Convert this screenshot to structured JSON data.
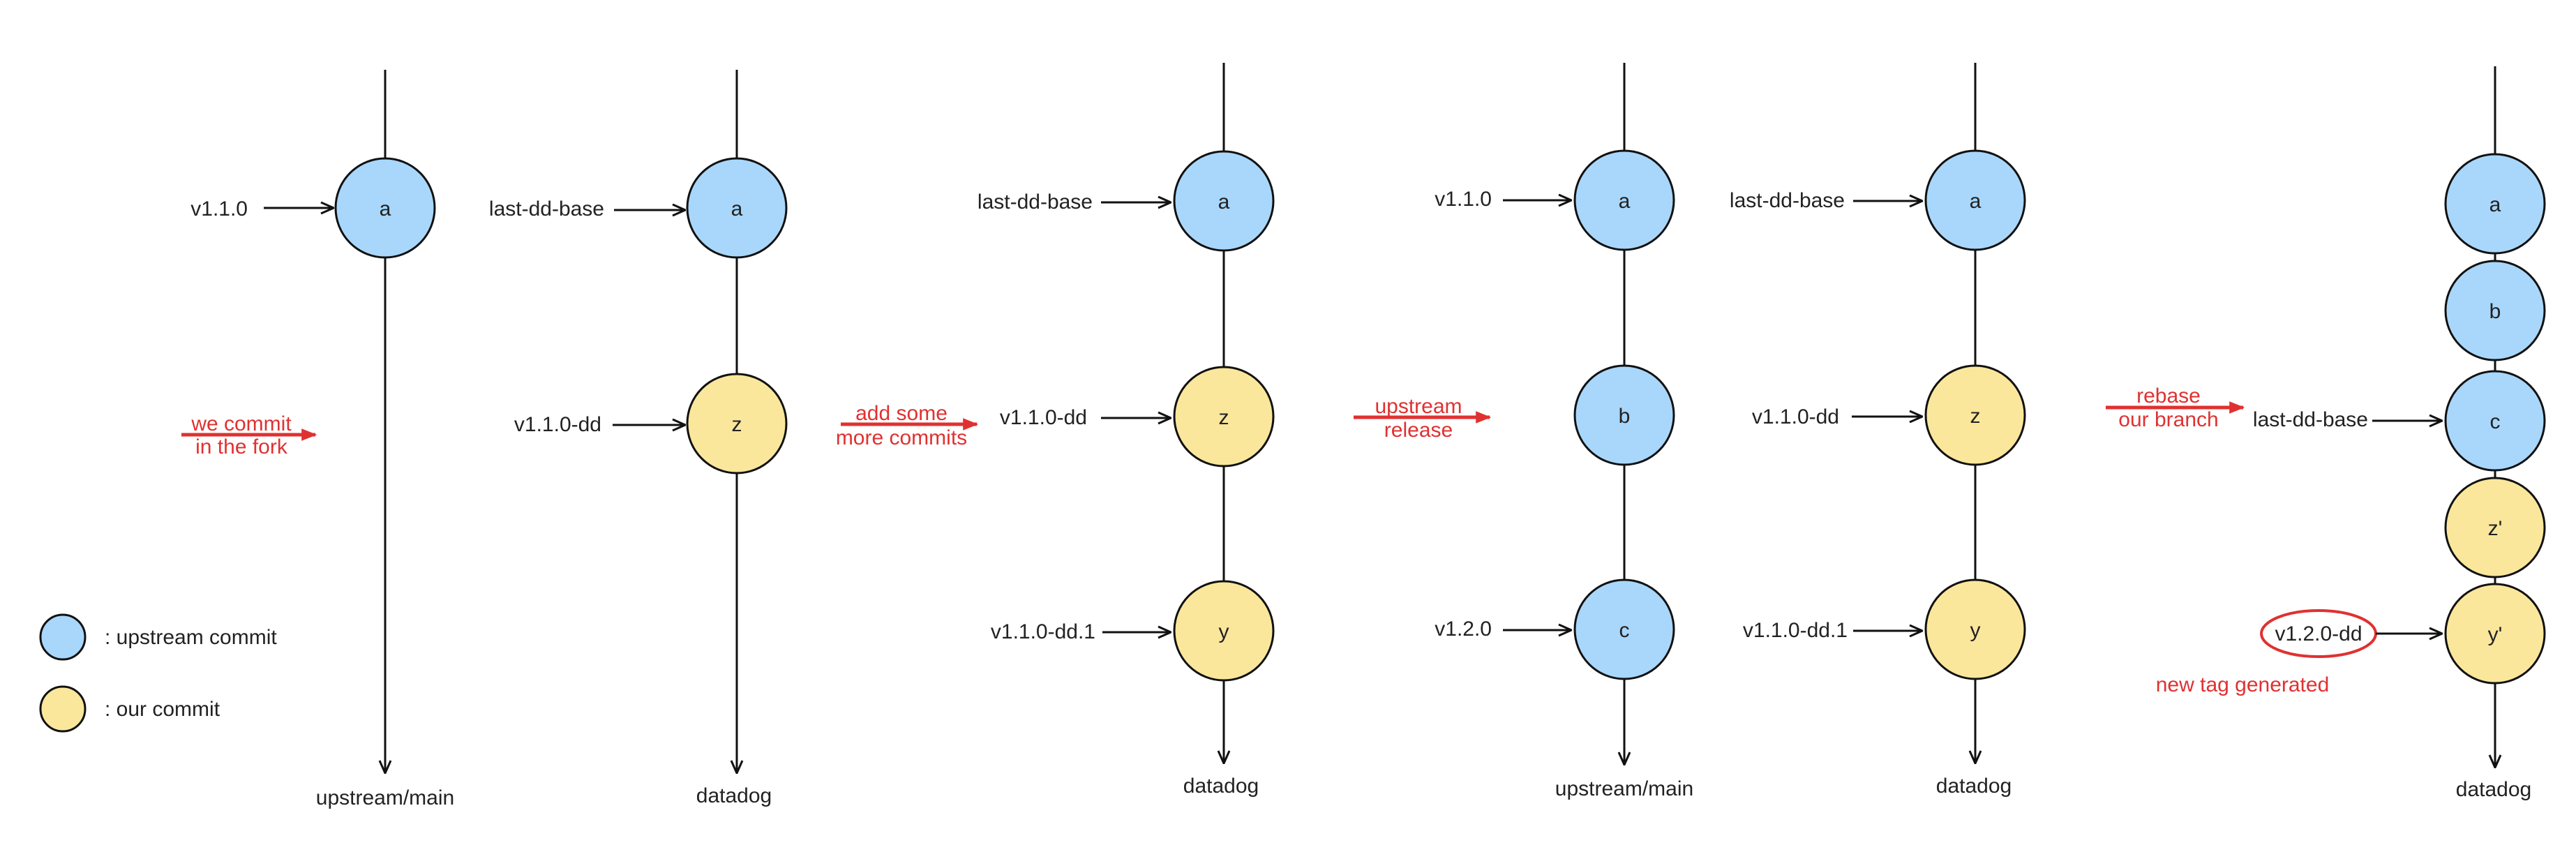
{
  "colors": {
    "upstream_commit": "#a8d7fb",
    "our_commit": "#fbe79b",
    "annotation": "#e03131",
    "line": "#111111"
  },
  "legend": {
    "upstream_label": ": upstream commit",
    "our_label": ": our commit"
  },
  "branches": [
    {
      "name": "upstream/main",
      "commits": [
        {
          "label": "a",
          "kind": "upstream"
        }
      ],
      "refs": [
        {
          "text": "v1.1.0",
          "commit": "a"
        }
      ]
    },
    {
      "name": "datadog",
      "commits": [
        {
          "label": "a",
          "kind": "upstream"
        },
        {
          "label": "z",
          "kind": "ours"
        }
      ],
      "refs": [
        {
          "text": "last-dd-base",
          "commit": "a"
        },
        {
          "text": "v1.1.0-dd",
          "commit": "z"
        }
      ]
    },
    {
      "name": "datadog",
      "commits": [
        {
          "label": "a",
          "kind": "upstream"
        },
        {
          "label": "z",
          "kind": "ours"
        },
        {
          "label": "y",
          "kind": "ours"
        }
      ],
      "refs": [
        {
          "text": "last-dd-base",
          "commit": "a"
        },
        {
          "text": "v1.1.0-dd",
          "commit": "z"
        },
        {
          "text": "v1.1.0-dd.1",
          "commit": "y"
        }
      ]
    },
    {
      "name": "upstream/main",
      "commits": [
        {
          "label": "a",
          "kind": "upstream"
        },
        {
          "label": "b",
          "kind": "upstream"
        },
        {
          "label": "c",
          "kind": "upstream"
        }
      ],
      "refs": [
        {
          "text": "v1.1.0",
          "commit": "a"
        },
        {
          "text": "v1.2.0",
          "commit": "c"
        }
      ]
    },
    {
      "name": "datadog",
      "commits": [
        {
          "label": "a",
          "kind": "upstream"
        },
        {
          "label": "z",
          "kind": "ours"
        },
        {
          "label": "y",
          "kind": "ours"
        }
      ],
      "refs": [
        {
          "text": "last-dd-base",
          "commit": "a"
        },
        {
          "text": "v1.1.0-dd",
          "commit": "z"
        },
        {
          "text": "v1.1.0-dd.1",
          "commit": "y"
        }
      ]
    },
    {
      "name": "datadog",
      "commits": [
        {
          "label": "a",
          "kind": "upstream"
        },
        {
          "label": "b",
          "kind": "upstream"
        },
        {
          "label": "c",
          "kind": "upstream"
        },
        {
          "label": "z'",
          "kind": "ours"
        },
        {
          "label": "y'",
          "kind": "ours"
        }
      ],
      "refs": [
        {
          "text": "last-dd-base",
          "commit": "c"
        },
        {
          "text": "v1.2.0-dd",
          "commit": "y'",
          "highlighted": true
        }
      ]
    }
  ],
  "transitions": [
    {
      "line1": "we commit",
      "line2": "in the fork"
    },
    {
      "line1": "add some",
      "line2": "more commits"
    },
    {
      "line1": "upstream",
      "line2": "release"
    },
    {
      "line1": "rebase",
      "line2": "our branch"
    }
  ],
  "annotations": {
    "new_tag": "new tag generated"
  }
}
